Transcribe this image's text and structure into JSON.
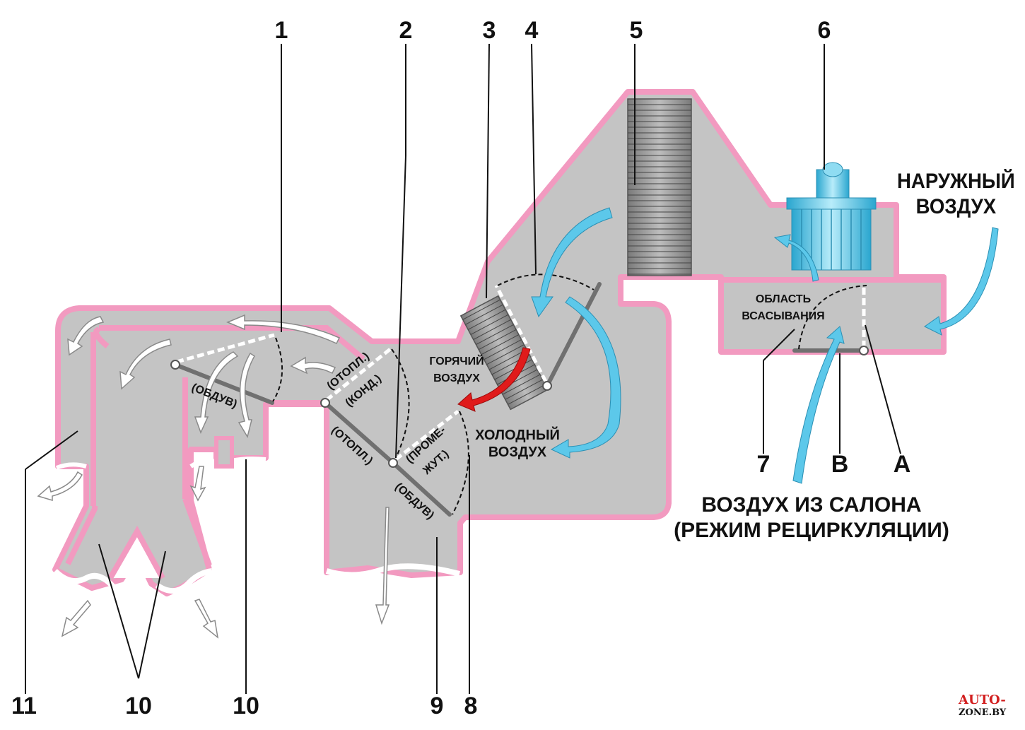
{
  "callouts": {
    "n1": "1",
    "n2": "2",
    "n3": "3",
    "n4": "4",
    "n5": "5",
    "n6": "6",
    "n7": "7",
    "n8": "8",
    "n9": "9",
    "n10a": "10",
    "n10b": "10",
    "n11": "11",
    "nB": "B",
    "nA": "A"
  },
  "labels": {
    "outside_air_1": "НАРУЖНЫЙ",
    "outside_air_2": "ВОЗДУХ",
    "suction_area_1": "ОБЛАСТЬ",
    "suction_area_2": "ВСАСЫВАНИЯ",
    "hot_air_1": "ГОРЯЧИЙ",
    "hot_air_2": "ВОЗДУХ",
    "cold_air_1": "ХОЛОДНЫЙ",
    "cold_air_2": "ВОЗДУХ",
    "cabin_air_1": "ВОЗДУХ ИЗ САЛОНА",
    "cabin_air_2": "(РЕЖИМ РЕЦИРКУЛЯЦИИ)"
  },
  "flap_labels": {
    "defrost_upper": "(ОБДУВ)",
    "heat_a": "(ОТОПЛ.)",
    "ac": "(КОНД.)",
    "heat_b": "(ОТОПЛ.)",
    "intermediate_1": "(ПРОМЕ-",
    "intermediate_2": "ЖУТ.)",
    "defrost_lower": "(ОБДУВ)"
  },
  "logo": {
    "line1": "AUTO-",
    "line2": "ZONE.BY"
  },
  "colors": {
    "duct_fill": "#c4c4c4",
    "duct_border": "#f29ac0",
    "cold_air": "#5cc8ea",
    "hot_air": "#e01b1b",
    "flow_arrow": "#ffffff",
    "logo_red": "#d21f1f"
  }
}
